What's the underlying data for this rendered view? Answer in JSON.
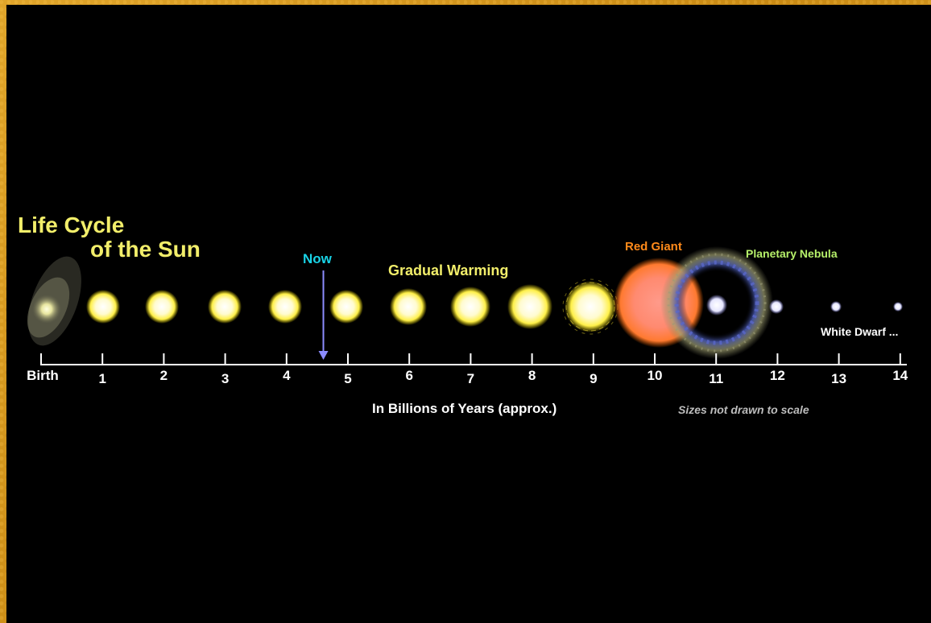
{
  "diagram": {
    "title_line1": "Life Cycle",
    "title_line2": "of the Sun",
    "now_label": "Now",
    "phase_labels": {
      "gradual_warming": "Gradual Warming",
      "red_giant": "Red Giant",
      "planetary_nebula": "Planetary Nebula",
      "white_dwarf": "White Dwarf ..."
    },
    "axis_caption": "In Billions of Years (approx.)",
    "scale_note": "Sizes not drawn to scale",
    "ticks": [
      "Birth",
      "1",
      "2",
      "3",
      "4",
      "5",
      "6",
      "7",
      "8",
      "9",
      "10",
      "11",
      "12",
      "13",
      "14"
    ],
    "now_value": 4.6,
    "colors": {
      "title": "#f2ee6a",
      "now": "#19d3e6",
      "arrow": "#8c8cff",
      "gradual_warming": "#f2ee6a",
      "red_giant": "#ff8a1a",
      "planetary_nebula": "#b6f06a",
      "white_dwarf": "#ffffff",
      "scale_note": "#bdbdbd"
    }
  }
}
